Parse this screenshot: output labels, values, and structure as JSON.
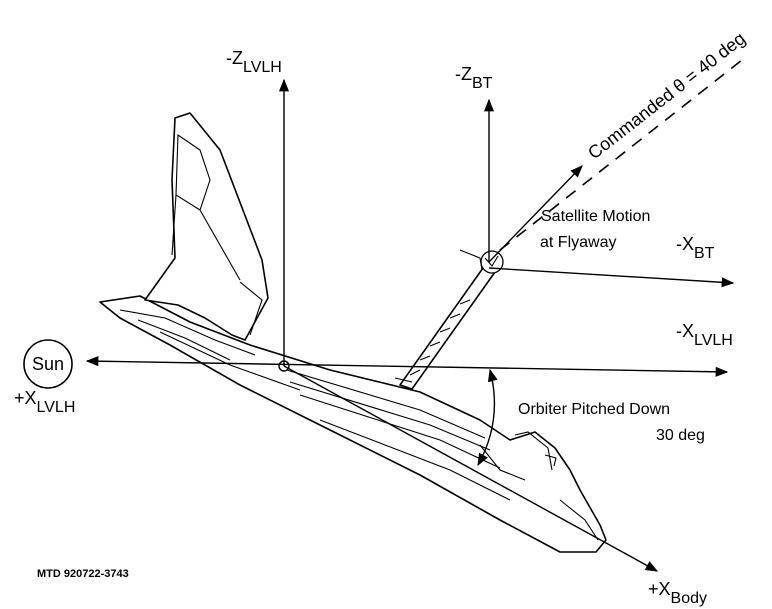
{
  "labels": {
    "z_lvlh_main": "-Z",
    "z_lvlh_sub": "LVLH",
    "z_bt_main": "-Z",
    "z_bt_sub": "BT",
    "x_bt_main": "-X",
    "x_bt_sub": "BT",
    "x_lvlh_neg_main": "-X",
    "x_lvlh_neg_sub": "LVLH",
    "x_lvlh_pos_main": "+X",
    "x_lvlh_pos_sub": "LVLH",
    "x_body_main": "+X",
    "x_body_sub": "Body",
    "sun": "Sun",
    "commanded": "Commanded θ = 40 deg",
    "satellite_line1": "Satellite Motion",
    "satellite_line2": "at Flyaway",
    "orbiter_line1": "Orbiter Pitched Down",
    "orbiter_line2": "30 deg",
    "figure_id": "MTD 920722-3743"
  }
}
